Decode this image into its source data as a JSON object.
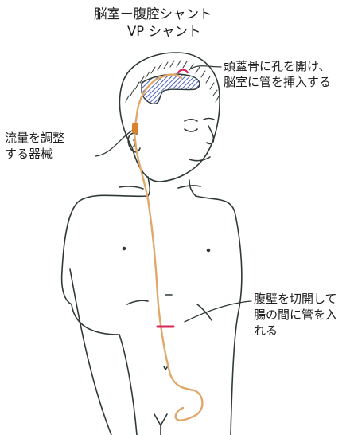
{
  "title": {
    "line1": "脳室ー腹腔シャント",
    "line2": "VP シャント"
  },
  "annotations": {
    "skull": [
      "頭蓋骨に孔を開け、",
      "脳室に管を挿入する"
    ],
    "valve": [
      "流量を調整",
      "する器械"
    ],
    "abdomen": [
      "腹壁を切開して",
      "腸の間に管を入",
      "れる"
    ]
  },
  "colors": {
    "outline": "#2f3a36",
    "tube": "#e0a86a",
    "ventricle_fill": "#4b5fc0",
    "incision": "#d6285a",
    "valve": "#d9822b",
    "text": "#1e1e1e"
  }
}
